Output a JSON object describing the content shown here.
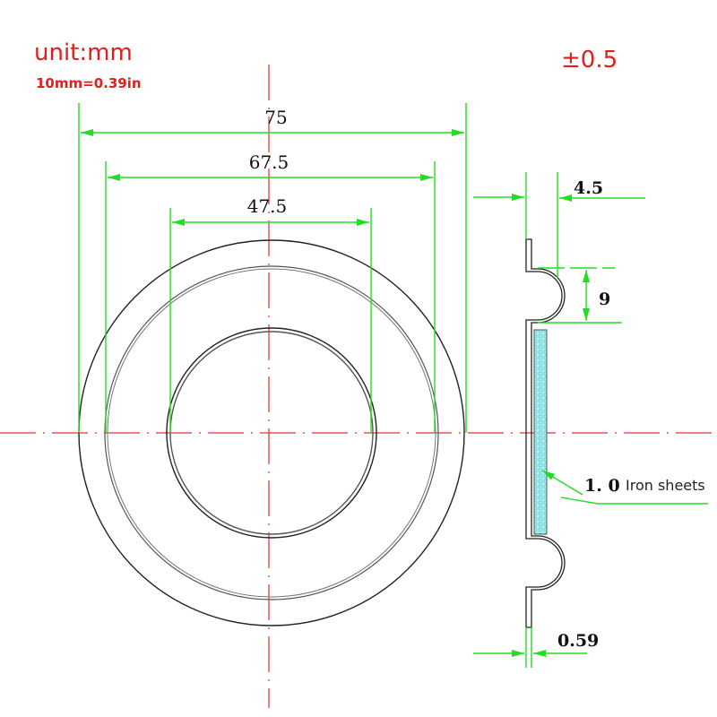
{
  "header": {
    "unit_label": "unit:mm",
    "conversion_label": "10mm=0.39in",
    "tolerance_label": "±0.5"
  },
  "front_view": {
    "dimensions": {
      "outer_diameter": "75",
      "surround_diameter": "67.5",
      "inner_diameter": "47.5"
    }
  },
  "side_view": {
    "dimensions": {
      "height_offset": "4.5",
      "roll_height": "9",
      "thickness": "0.59"
    },
    "callout": {
      "value": "1. 0",
      "material": "Iron sheets"
    }
  },
  "colors": {
    "dimension_line": "#22dd22",
    "centerline": "#e0303a",
    "outline": "#222222",
    "label_red": "#e0201c",
    "fill_hatch": "#7fe0e0"
  }
}
